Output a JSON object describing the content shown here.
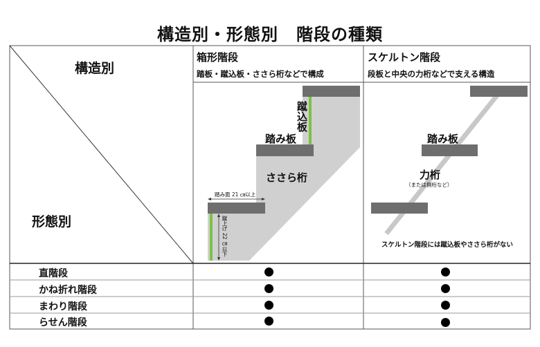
{
  "title": {
    "part1": "構造別・形態別",
    "part2": "階段の種類"
  },
  "header": {
    "structure_label": "構造別",
    "form_label": "形態別"
  },
  "columns": [
    {
      "title": "箱形階段",
      "subtitle": "踏板・蹴込板・ささら桁などで構成",
      "labels": {
        "riser": "蹴込板",
        "tread": "踏み板",
        "stringer": "ささら桁",
        "tread_depth": "踏み面 21 ㎝以上",
        "riser_height": "蹴上げ 22 ㎝以下"
      }
    },
    {
      "title": "スケルトン階段",
      "subtitle": "段板と中央の力桁などで支える構造",
      "labels": {
        "tread": "踏み板",
        "stringer": "力桁",
        "stringer_note": "（または側桁など）",
        "note": "スケルトン階段には蹴込板やささら桁がない"
      }
    }
  ],
  "rows": [
    {
      "label": "直階段",
      "hako": true,
      "skeleton": true
    },
    {
      "label": "かね折れ階段",
      "hako": true,
      "skeleton": true
    },
    {
      "label": "まわり階段",
      "hako": true,
      "skeleton": true
    },
    {
      "label": "らせん階段",
      "hako": true,
      "skeleton": true
    }
  ],
  "colors": {
    "tread": "#6e6e6e",
    "body": "#d0d0d0",
    "riser": "#7dc242",
    "line": "#333333"
  }
}
